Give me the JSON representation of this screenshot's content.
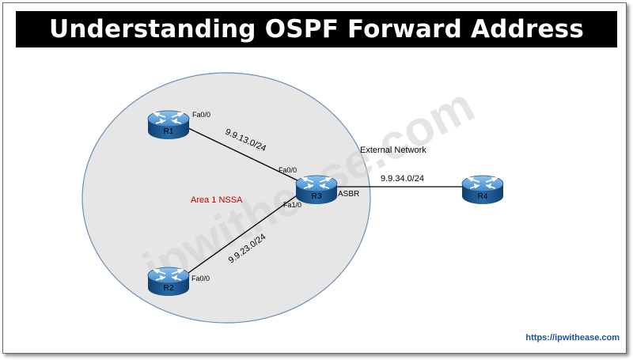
{
  "title": "Understanding OSPF Forward Address",
  "watermark": "ipwithease.com",
  "footer_link": "https://ipwithease.com",
  "area_label": "Area 1 NSSA",
  "external_network_label": "External Network",
  "asbr_label": "ASBR",
  "routers": {
    "r1": "R1",
    "r2": "R2",
    "r3": "R3",
    "r4": "R4"
  },
  "links": {
    "r1_r3_subnet": "9.9.13.0/24",
    "r2_r3_subnet": "9.9.23.0/24",
    "r3_r4_subnet": "9.9.34.0/24"
  },
  "interfaces": {
    "r1": "Fa0/0",
    "r2": "Fa0/0",
    "r3_to_r1": "Fa0/0",
    "r3_to_r2": "Fa1/0"
  },
  "colors": {
    "area_fill": "#e6e6e6",
    "area_stroke": "#6d8fb3",
    "router_blue": "#1f5f9a",
    "area_label": "#c00000",
    "title_bg": "#000000",
    "link_color": "#1f4e9c"
  }
}
